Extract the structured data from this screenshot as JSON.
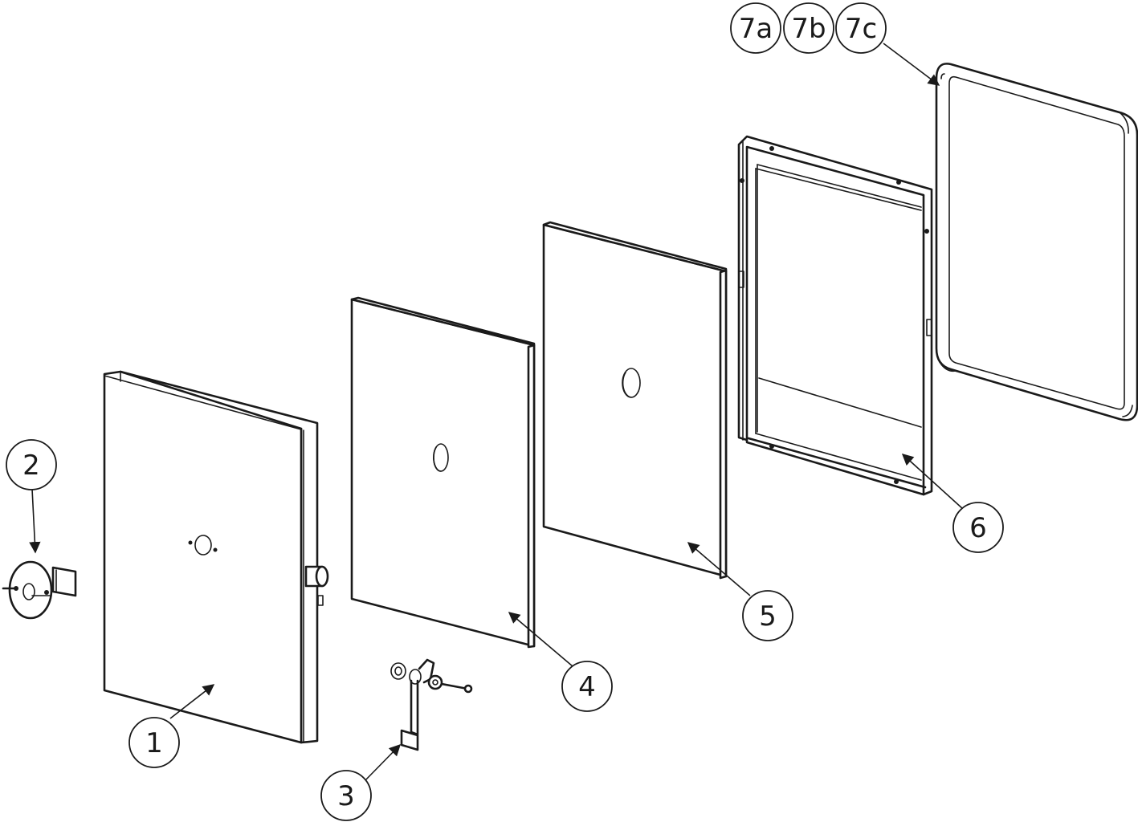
{
  "callouts": [
    {
      "id": "1",
      "label": "1"
    },
    {
      "id": "2",
      "label": "2"
    },
    {
      "id": "3",
      "label": "3"
    },
    {
      "id": "4",
      "label": "4"
    },
    {
      "id": "5",
      "label": "5"
    },
    {
      "id": "6",
      "label": "6"
    },
    {
      "id": "7a",
      "label": "7a"
    },
    {
      "id": "7b",
      "label": "7b"
    },
    {
      "id": "7c",
      "label": "7c"
    }
  ]
}
